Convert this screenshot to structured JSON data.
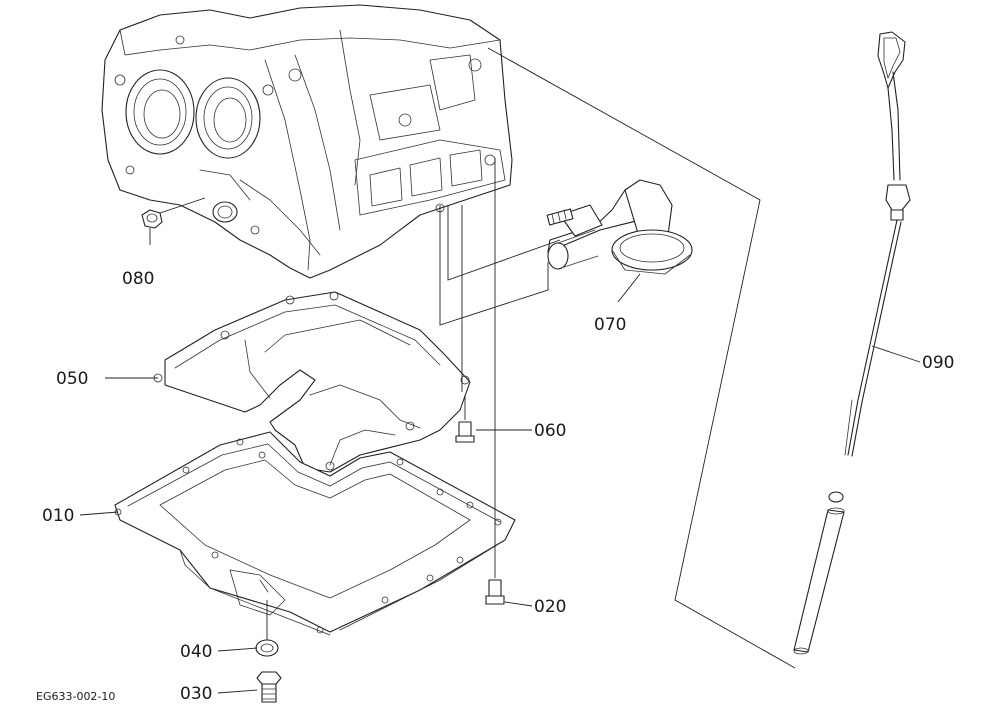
{
  "figure": {
    "drawing_id": "EG633-002-10"
  },
  "callouts": {
    "p010": "010",
    "p020": "020",
    "p030": "030",
    "p040": "040",
    "p050": "050",
    "p060": "060",
    "p070": "070",
    "p080": "080",
    "p090": "090"
  }
}
